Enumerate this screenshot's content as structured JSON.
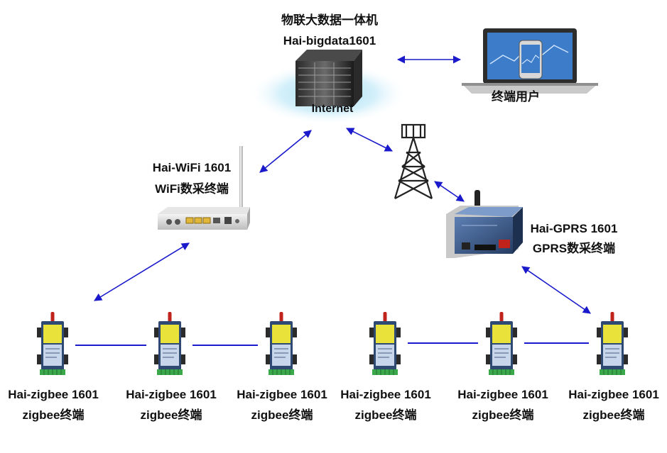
{
  "server": {
    "title_cn": "物联大数据一体机",
    "title_en": "Hai-bigdata1601",
    "cloud_label": "Internet"
  },
  "end_user": {
    "label": "终端用户"
  },
  "wifi_terminal": {
    "name": "Hai-WiFi 1601",
    "desc": "WiFi数采终端"
  },
  "gprs_terminal": {
    "name": "Hai-GPRS 1601",
    "desc": "GPRS数采终端"
  },
  "zigbee_nodes": [
    {
      "name": "Hai-zigbee 1601",
      "desc": "zigbee终端"
    },
    {
      "name": "Hai-zigbee 1601",
      "desc": "zigbee终端"
    },
    {
      "name": "Hai-zigbee 1601",
      "desc": "zigbee终端"
    },
    {
      "name": "Hai-zigbee 1601",
      "desc": "zigbee终端"
    },
    {
      "name": "Hai-zigbee 1601",
      "desc": "zigbee终端"
    },
    {
      "name": "Hai-zigbee 1601",
      "desc": "zigbee终端"
    }
  ],
  "colors": {
    "link": "#1a1acc",
    "cloud": "#bfe9f7",
    "device_body": "#2f4a72",
    "device_panel": "#e8e23a",
    "antenna": "#c0231c",
    "terminal_block": "#3aa84a"
  }
}
